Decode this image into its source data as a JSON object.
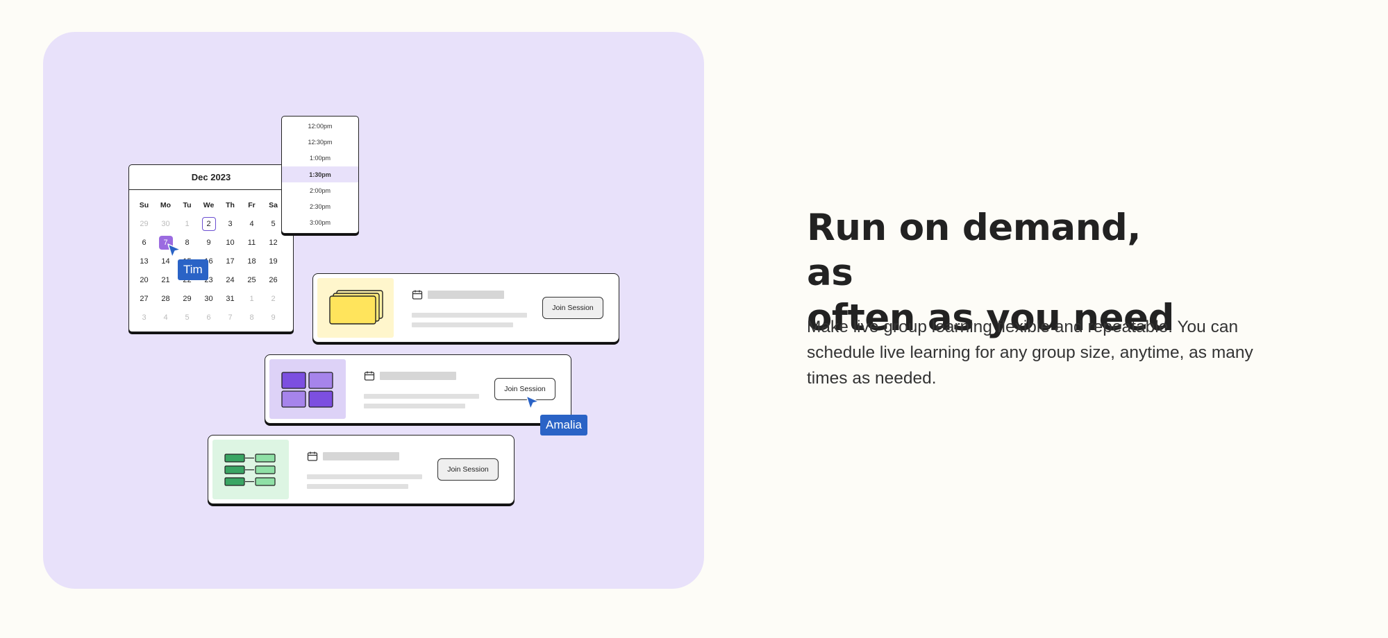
{
  "calendar": {
    "month": "Dec 2023",
    "weekdays": [
      "Su",
      "Mo",
      "Tu",
      "We",
      "Th",
      "Fr",
      "Sa"
    ],
    "days": [
      {
        "d": "29",
        "muted": true
      },
      {
        "d": "30",
        "muted": true
      },
      {
        "d": "1",
        "muted": true
      },
      {
        "d": "2",
        "today": true
      },
      {
        "d": "3"
      },
      {
        "d": "4"
      },
      {
        "d": "5"
      },
      {
        "d": "6"
      },
      {
        "d": "7",
        "selected": true
      },
      {
        "d": "8"
      },
      {
        "d": "9"
      },
      {
        "d": "10"
      },
      {
        "d": "11"
      },
      {
        "d": "12"
      },
      {
        "d": "13"
      },
      {
        "d": "14"
      },
      {
        "d": "15"
      },
      {
        "d": "16"
      },
      {
        "d": "17"
      },
      {
        "d": "18"
      },
      {
        "d": "19"
      },
      {
        "d": "20"
      },
      {
        "d": "21"
      },
      {
        "d": "22"
      },
      {
        "d": "23"
      },
      {
        "d": "24"
      },
      {
        "d": "25"
      },
      {
        "d": "26"
      },
      {
        "d": "27"
      },
      {
        "d": "28"
      },
      {
        "d": "29"
      },
      {
        "d": "30"
      },
      {
        "d": "31"
      },
      {
        "d": "1",
        "muted": true
      },
      {
        "d": "2",
        "muted": true
      },
      {
        "d": "3",
        "muted": true
      },
      {
        "d": "4",
        "muted": true
      },
      {
        "d": "5",
        "muted": true
      },
      {
        "d": "6",
        "muted": true
      },
      {
        "d": "7",
        "muted": true
      },
      {
        "d": "8",
        "muted": true
      },
      {
        "d": "9",
        "muted": true
      }
    ]
  },
  "times": {
    "options": [
      "12:00pm",
      "12:30pm",
      "1:00pm",
      "1:30pm",
      "2:00pm",
      "2:30pm",
      "3:00pm"
    ],
    "selected": "1:30pm"
  },
  "cursors": {
    "tim": "Tim",
    "amalia": "Amalia"
  },
  "sessions": {
    "join_label": "Join Session"
  },
  "colors": {
    "panel": "#e8e1fa",
    "accent_purple": "#7c4fe0",
    "cursor_blue": "#2a63c6",
    "yellow": "#ffe45c",
    "green": "#3aa564"
  },
  "content": {
    "headline_line1": "Run on demand, as",
    "headline_line2": "often as you need",
    "body": "Make live group learning flexible and repeatable. You can schedule live learning for any group size, anytime, as many times as needed."
  }
}
